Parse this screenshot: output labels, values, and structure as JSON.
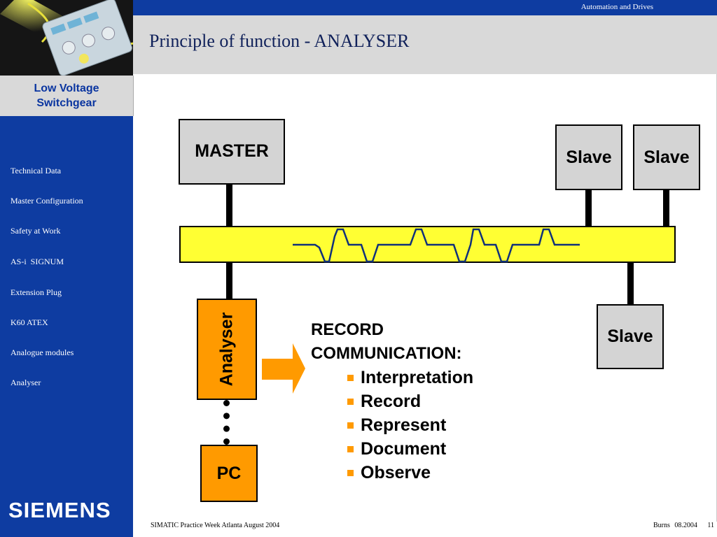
{
  "sidebar": {
    "category": "Low Voltage\nSwitchgear",
    "nav": [
      {
        "label": "Technical Data"
      },
      {
        "label": "Master Configuration"
      },
      {
        "label": "Safety at Work"
      },
      {
        "label": "AS-i  SIGNUM"
      },
      {
        "label": "Extension Plug"
      },
      {
        "label": "K60 ATEX"
      },
      {
        "label": "Analogue modules"
      },
      {
        "label": "Analyser"
      }
    ],
    "logo": "SIEMENS"
  },
  "header": {
    "division": "Automation and Drives",
    "title": "Principle of function - ANALYSER"
  },
  "diagram": {
    "master": "MASTER",
    "slaves": [
      "Slave",
      "Slave",
      "Slave"
    ],
    "analyser": "Analyser",
    "pc": "PC",
    "record_heading_1": "RECORD",
    "record_heading_2": "COMMUNICATION:",
    "record_items": [
      "Interpretation",
      "Record",
      "Represent",
      "Document",
      "Observe"
    ]
  },
  "footer": {
    "event": "SIMATIC Practice Week Atlanta  August 2004",
    "author": "Burns",
    "date": "08.2004",
    "page": "11"
  },
  "colors": {
    "sidebar_blue": "#0e3ca1",
    "bus_yellow": "#ffff33",
    "accent_orange": "#ff9a00",
    "box_gray": "#d4d4d4",
    "signal_blue": "#10307a"
  }
}
